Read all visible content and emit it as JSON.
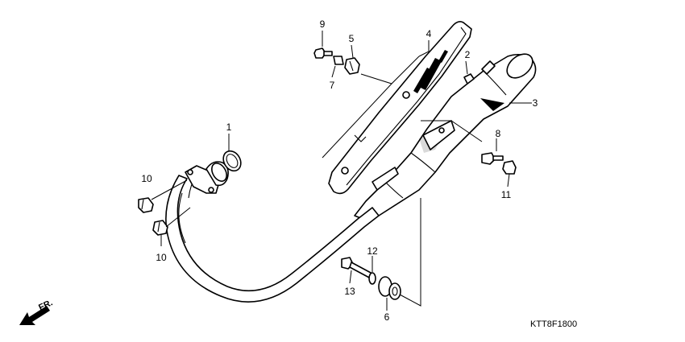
{
  "diagram": {
    "callouts": [
      "1",
      "2",
      "3",
      "4",
      "5",
      "6",
      "7",
      "8",
      "9",
      "10",
      "10",
      "11",
      "12",
      "13"
    ],
    "direction_label": "FR.",
    "code": "KTT8F1800"
  }
}
